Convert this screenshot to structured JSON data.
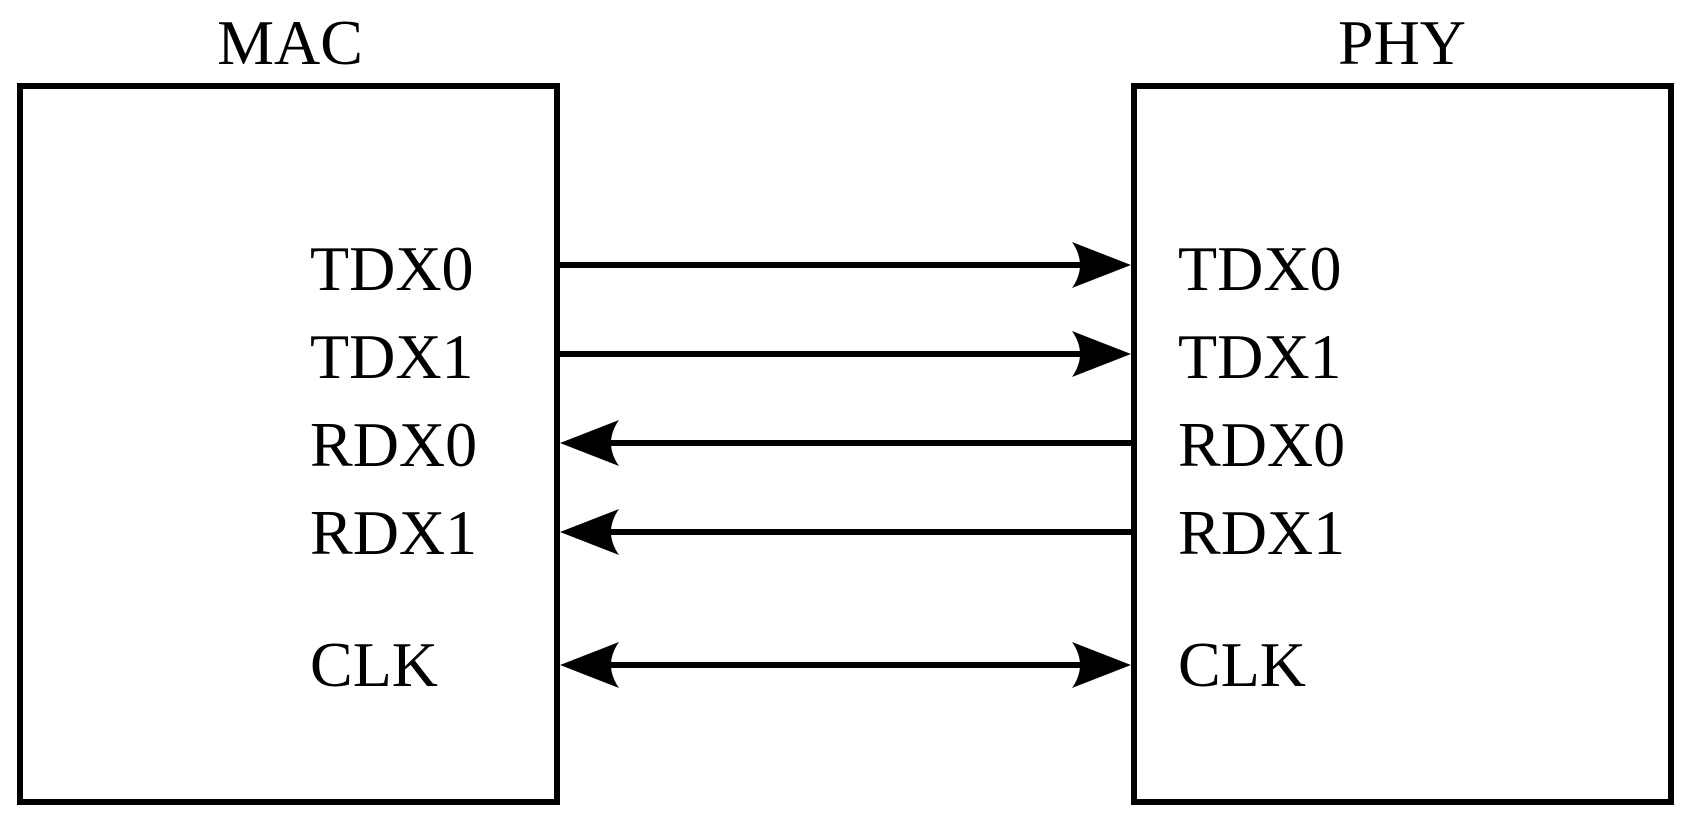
{
  "left_block": {
    "title": "MAC",
    "pins": [
      "TDX0",
      "TDX1",
      "RDX0",
      "RDX1",
      "CLK"
    ]
  },
  "right_block": {
    "title": "PHY",
    "pins": [
      "TDX0",
      "TDX1",
      "RDX0",
      "RDX1",
      "CLK"
    ]
  },
  "connections": [
    {
      "from": "MAC.TDX0",
      "to": "PHY.TDX0",
      "direction": "right"
    },
    {
      "from": "MAC.TDX1",
      "to": "PHY.TDX1",
      "direction": "right"
    },
    {
      "from": "PHY.RDX0",
      "to": "MAC.RDX0",
      "direction": "left"
    },
    {
      "from": "PHY.RDX1",
      "to": "MAC.RDX1",
      "direction": "left"
    },
    {
      "from": "MAC.CLK",
      "to": "PHY.CLK",
      "direction": "both"
    }
  ]
}
